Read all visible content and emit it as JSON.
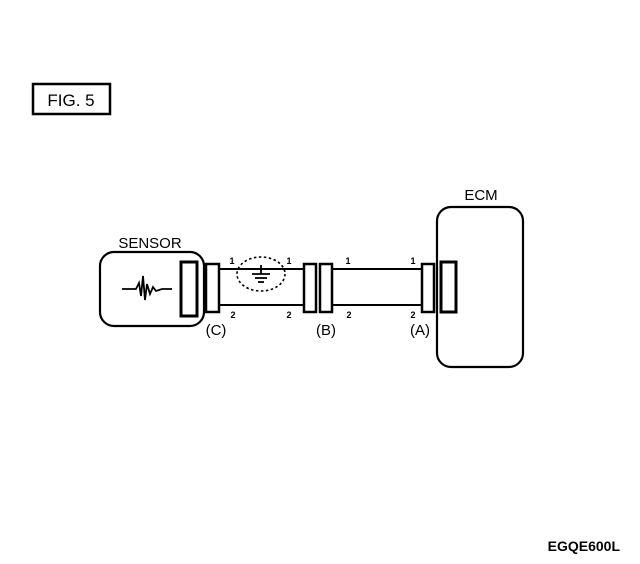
{
  "figure": {
    "label": "FIG. 5"
  },
  "components": {
    "sensor": "SENSOR",
    "ecm": "ECM"
  },
  "connectors": {
    "c": "(C)",
    "b": "(B)",
    "a": "(A)"
  },
  "pins": {
    "c_b_top_left": "1",
    "c_b_top_right": "1",
    "c_b_bottom_left": "2",
    "c_b_bottom_right": "2",
    "b_a_top_left": "1",
    "b_a_top_right": "1",
    "b_a_bottom_left": "2",
    "b_a_bottom_right": "2"
  },
  "doc_code": "EGQE600L"
}
